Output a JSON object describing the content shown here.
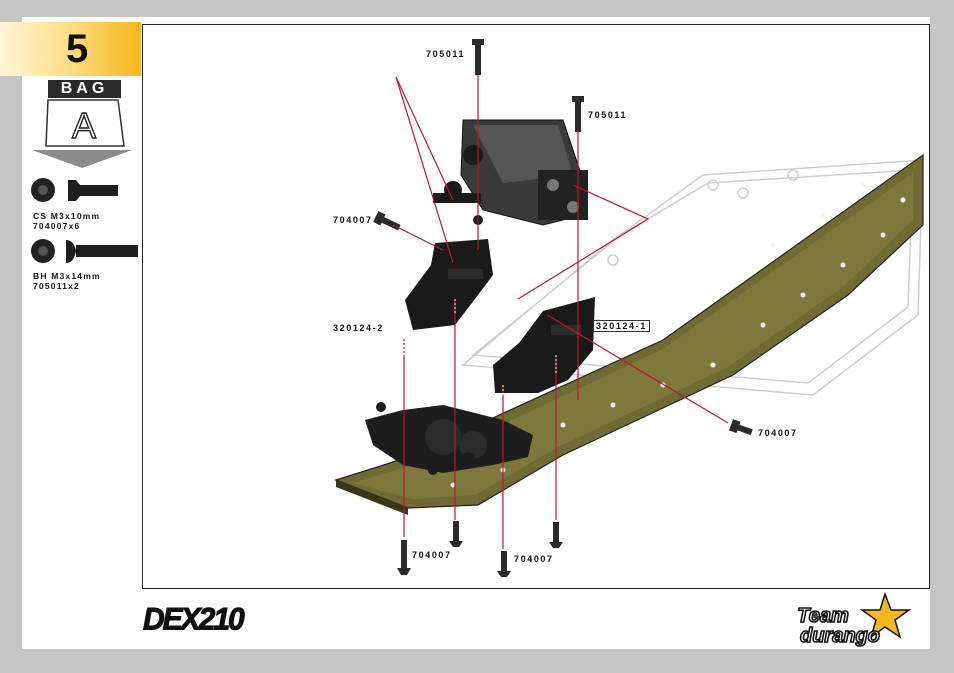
{
  "step": {
    "number": "5",
    "bag_label": "BAG",
    "bag_letter": "A"
  },
  "hardware": [
    {
      "name": "CS M3x10mm",
      "part": "704007x6",
      "icon": "countersunk-screw-icon"
    },
    {
      "name": "BH M3x14mm",
      "part": "705011x2",
      "icon": "button-head-screw-icon"
    }
  ],
  "callouts": {
    "screw_top": "705011",
    "screw_servo": "705011",
    "screw_left": "704007",
    "mount_left": "320124-2",
    "mount_right": "320124-1",
    "screw_right": "704007",
    "screw_bottom_left": "704007",
    "screw_bottom_mid": "704007"
  },
  "footer": {
    "model_logo": "DEX210",
    "brand_logo": "Team durango"
  },
  "colors": {
    "accent": "#f6b81c",
    "chassis": "#7a7238",
    "leader": "#c8102e"
  }
}
